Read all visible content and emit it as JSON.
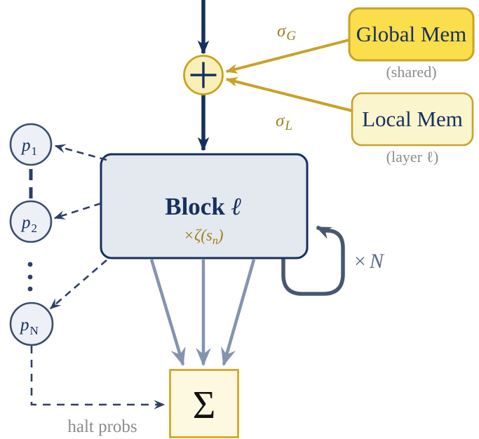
{
  "palette": {
    "navy": "#16305e",
    "navy_dash": "#2e3f66",
    "slate": "#475672",
    "steel": "#8494af",
    "gold": "#c9a227",
    "gold_text": "#9c801f",
    "bright_yellow": "#fade4b",
    "pale_yellow": "#fbf5cd",
    "cream": "#fdf9e0",
    "adder_fill": "#f9efb8",
    "block_fill": "#e4e8ef",
    "node_fill": "#edf0f6",
    "gray_text": "#8c8c8c"
  },
  "adder": {
    "icon": "plus"
  },
  "memory": {
    "global": {
      "label": "Global Mem",
      "caption": "(shared)",
      "edge_label": {
        "base": "σ",
        "sub": "G"
      }
    },
    "local": {
      "label": "Local Mem",
      "caption": "(layer ℓ)",
      "edge_label": {
        "base": "σ",
        "sub": "L"
      }
    }
  },
  "block": {
    "title": "Block",
    "layer_var": "ℓ",
    "scale_label": {
      "pre": "×ζ(s",
      "sub": "n",
      "post": ")"
    },
    "loop_label": {
      "times": "×",
      "var": "N"
    }
  },
  "halt": {
    "nodes": [
      {
        "base": "p",
        "sub": "1"
      },
      {
        "base": "p",
        "sub": "2"
      },
      {
        "base": "p",
        "sub": "N"
      }
    ],
    "caption": "halt probs"
  },
  "sum": {
    "symbol": "Σ"
  }
}
